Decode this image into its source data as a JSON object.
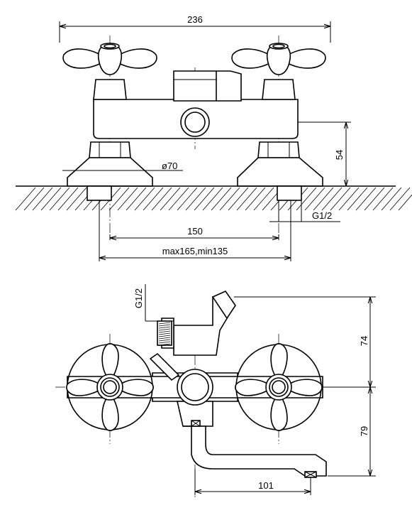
{
  "top_view": {
    "dim_width": "236",
    "dim_height": "54",
    "dim_diameter": "ø70",
    "dim_centers": "150",
    "dim_range": "max165,min135",
    "thread": "G1/2"
  },
  "bottom_view": {
    "thread": "G1/2",
    "dim_upper": "74",
    "dim_lower": "79",
    "dim_spout": "101"
  }
}
